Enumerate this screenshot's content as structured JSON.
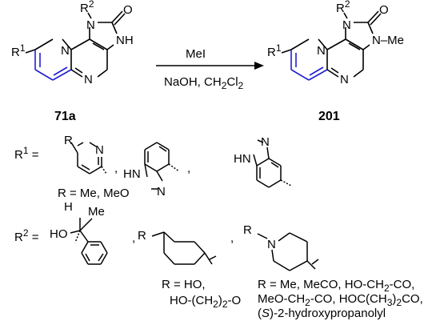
{
  "colors": {
    "ring_blue": "#1f1fd0",
    "ink": "#000000"
  },
  "reaction": {
    "reactant_id": "71a",
    "product_id": "201",
    "reagent_top": "MeI",
    "reagent_bottom": "NaOH, CH",
    "reagent_bottom_sub": "2",
    "reagent_bottom_tail": "Cl",
    "reagent_bottom_sub2": "2"
  },
  "atoms": {
    "N": "N",
    "O": "O",
    "NH": "NH",
    "HN": "HN",
    "NMe": "N–Me",
    "R1": "R",
    "R1_sup": "1",
    "R2": "R",
    "R2_sup": "2",
    "R": "R",
    "HO": "HO",
    "Me": "Me",
    "H": "H"
  },
  "substituents": {
    "r1_label": "R",
    "r1_sup": "1",
    "r1_eq": " =",
    "r1_note": "R = Me, MeO",
    "r2_label": "R",
    "r2_sup": "2",
    "r2_eq": " =",
    "r2_note_line1": "R = HO,",
    "r2_note_line2a": "HO-(CH",
    "r2_note_line2sub": "2",
    "r2_note_line2b": ")",
    "r2_note_line2sub2": "2",
    "r2_note_line2c": "-O",
    "r2c_line1": "R = Me, MeCO, HO-CH",
    "r2c_line1sub": "2",
    "r2c_line1tail": "-CO,",
    "r2c_line2a": "MeO-CH",
    "r2c_line2sub": "2",
    "r2c_line2b": "-CO, HOC(CH",
    "r2c_line2sub2": "3",
    "r2c_line2c": ")",
    "r2c_line2sub3": "2",
    "r2c_line2d": "CO,",
    "r2c_line3_paren_open": "(",
    "r2c_line3_S": "S",
    "r2c_line3_rest": ")-2-hydroxypropanolyl"
  }
}
